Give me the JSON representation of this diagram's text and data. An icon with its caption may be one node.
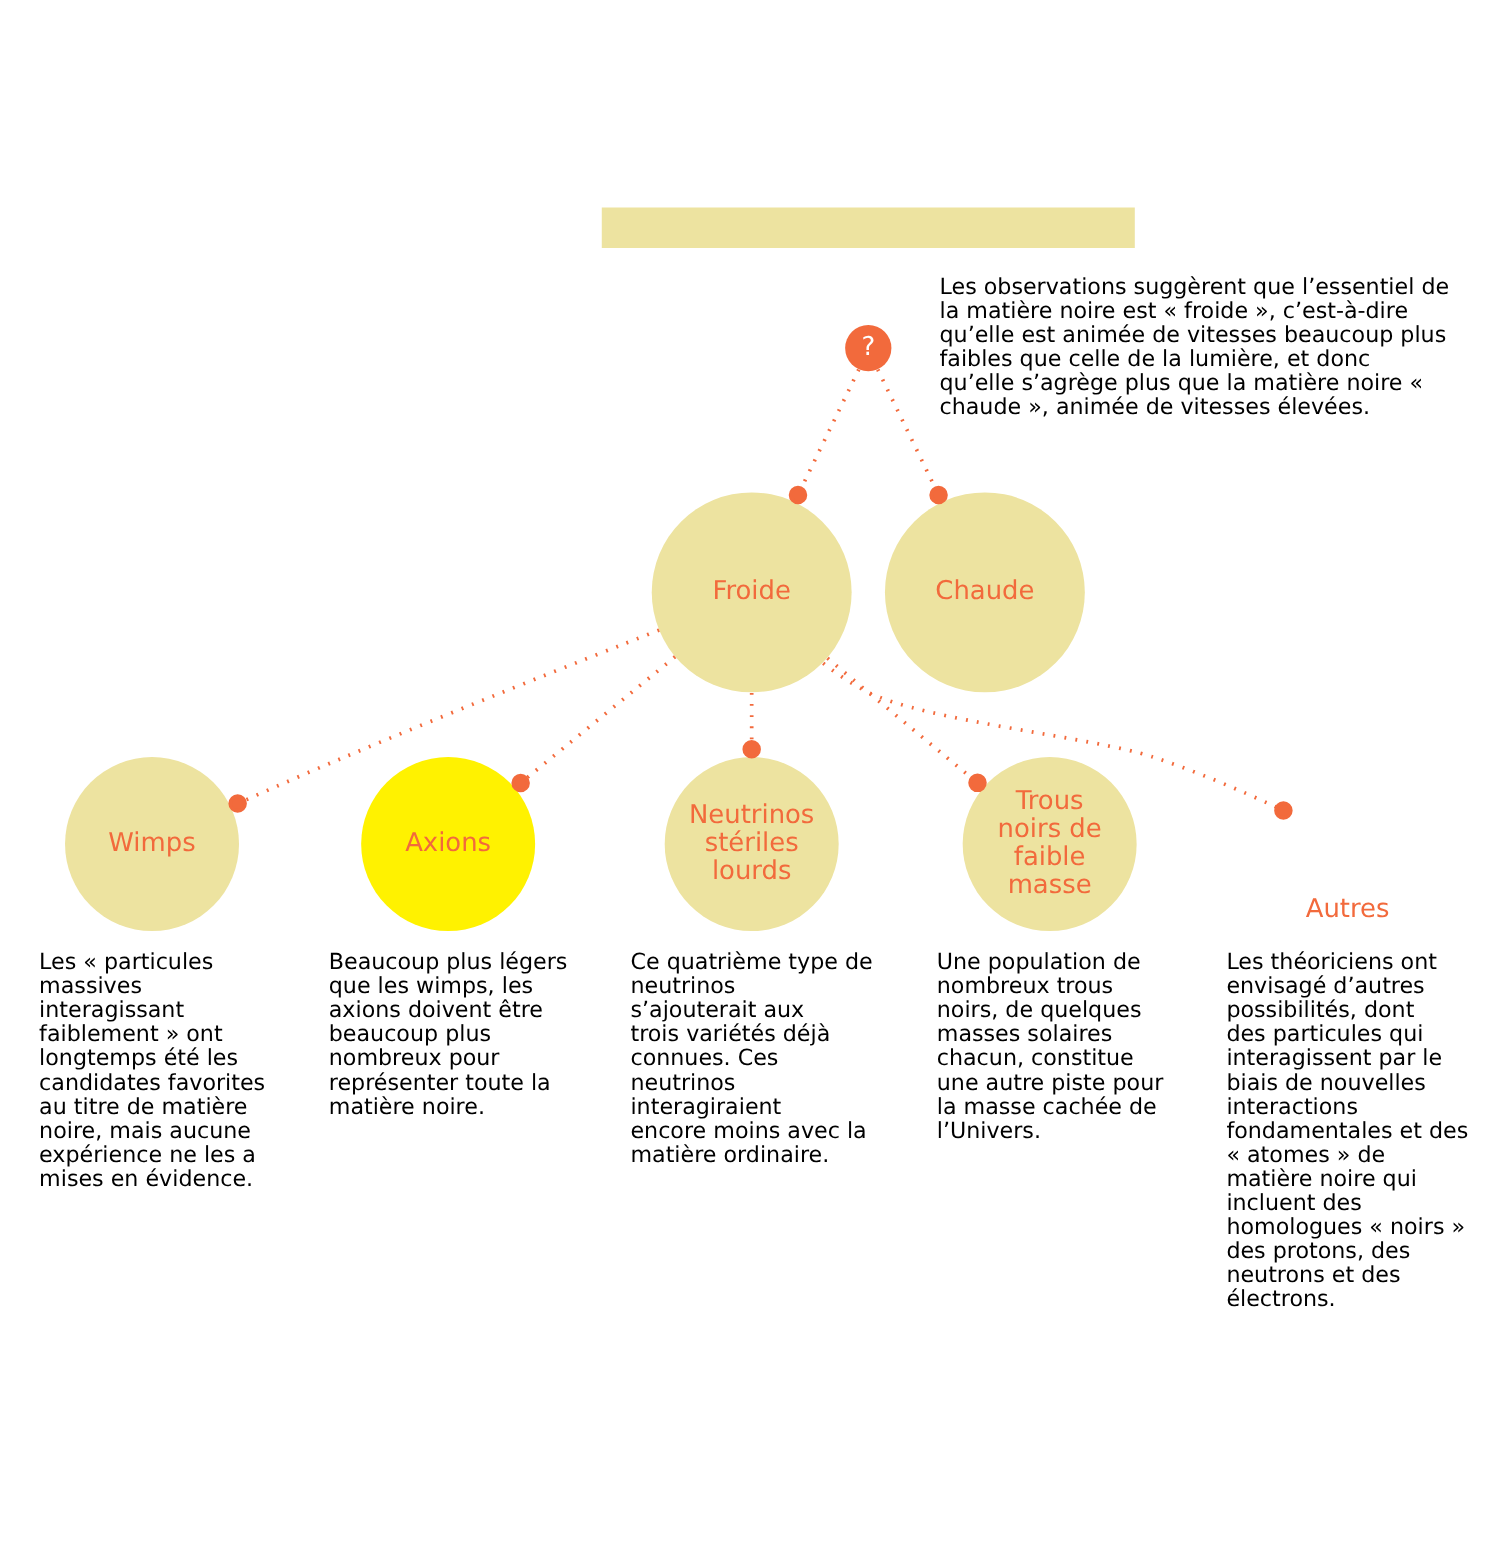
{
  "diagram": {
    "nodes": [
      {
        "text": [],
        "shape": "bar"
      },
      {
        "text": [
          "?"
        ]
      },
      {
        "text": [
          "Froide"
        ]
      },
      {
        "text": [
          "Chaude"
        ]
      },
      {
        "text": [
          "Wimps"
        ],
        "beside": [
          "Les « particules massives interagissant faiblement » ont longtemps été les candidates favorites au titre de matière noire, mais aucune expérience ne les a mises en évidence."
        ]
      },
      {
        "text": [
          "Axions"
        ],
        "beside": [
          "Beaucoup plus légers que les wimps, les axions doivent être beaucoup plus nombreux pour représenter toute la matière noire."
        ]
      },
      {
        "text": [
          "Neutrinos stériles lourds"
        ],
        "beside": [
          "Ce quatrième type de neutrinos s’ajouterait aux trois variétés déjà connues. Ces neutrinos interagiraient encore moins avec la matière ordinaire."
        ]
      },
      {
        "text": [
          "Trous noirs de faible masse"
        ],
        "beside": [
          "Une population de nombreux trous noirs, de quelques masses solaires chacun, constitue une autre piste pour la masse cachée de l’Univers."
        ]
      },
      {
        "text": [
          "Autres"
        ],
        "beside": [
          "Les théoriciens ont envisagé d’autres possibilités, dont des particules qui interagissent par le biais de nouvelles interactions fondamentales et des « atomes » de matière noire qui incluent des homologues « noirs » des protons, des neutrons et des électrons."
        ]
      }
    ],
    "edges": [
      {
        "from": 1,
        "to": 2,
        "arrow": "other"
      },
      {
        "from": 1,
        "to": 3,
        "arrow": "other"
      },
      {
        "from": 2,
        "to": 4,
        "arrow": "other"
      },
      {
        "from": 2,
        "to": 5,
        "arrow": "other"
      },
      {
        "from": 2,
        "to": 6,
        "arrow": "other"
      },
      {
        "from": 2,
        "to": 7,
        "arrow": "other"
      },
      {
        "from": 2,
        "to": 8,
        "arrow": "other"
      }
    ],
    "labels": [
      "Les observations suggèrent que l’essentiel de la matière noire est « froide », c’est-à-dire qu’elle est animée de vitesses beaucoup plus faibles que celle de la lumière, et donc qu’elle s’agrège plus que la matière noire « chaude », animée de vitesses élevées."
    ]
  }
}
